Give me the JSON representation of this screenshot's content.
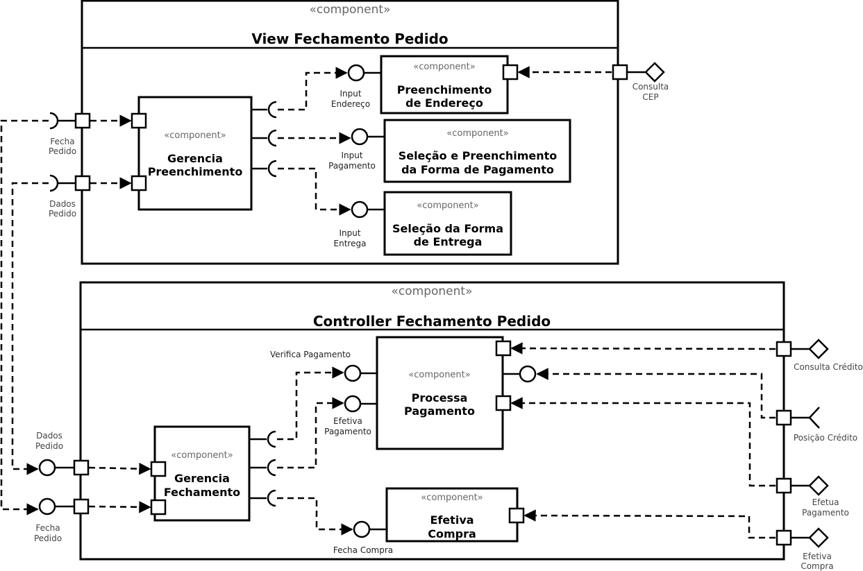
{
  "stereotype": "«component»",
  "view": {
    "title": "View Fechamento Pedido",
    "gerencia_title": [
      "Gerencia",
      "Preenchimento"
    ],
    "endereco_title": [
      "Preenchimento",
      "de Endereço"
    ],
    "pagamento_title": [
      "Seleção e Preenchimento",
      "da Forma de Pagamento"
    ],
    "entrega_title": [
      "Seleção da Forma",
      "de Entrega"
    ],
    "labels": {
      "input_endereco": [
        "Input",
        "Endereço"
      ],
      "input_pagamento": [
        "Input",
        "Pagamento"
      ],
      "input_entrega": [
        "Input",
        "Entrega"
      ],
      "consulta_cep": [
        "Consulta",
        "CEP"
      ],
      "fecha_pedido": [
        "Fecha",
        "Pedido"
      ],
      "dados_pedido": [
        "Dados",
        "Pedido"
      ]
    }
  },
  "controller": {
    "title": "Controller Fechamento Pedido",
    "processa_title": [
      "Processa",
      "Pagamento"
    ],
    "gerencia_title": [
      "Gerencia",
      "Fechamento"
    ],
    "efetiva_title": [
      "Efetiva",
      "Compra"
    ],
    "labels": {
      "verifica_pagamento": "Verifica Pagamento",
      "efetiva_pagamento_in": [
        "Efetiva",
        "Pagamento"
      ],
      "fecha_compra": "Fecha Compra",
      "consulta_credito": "Consulta Crédito",
      "posicao_credito": "Posição Crédito",
      "efetua_pagamento": [
        "Efetua",
        "Pagamento"
      ],
      "efetiva_compra": [
        "Efetiva",
        "Compra"
      ],
      "dados_pedido": [
        "Dados",
        "Pedido"
      ],
      "fecha_pedido": [
        "Fecha",
        "Pedido"
      ]
    }
  }
}
